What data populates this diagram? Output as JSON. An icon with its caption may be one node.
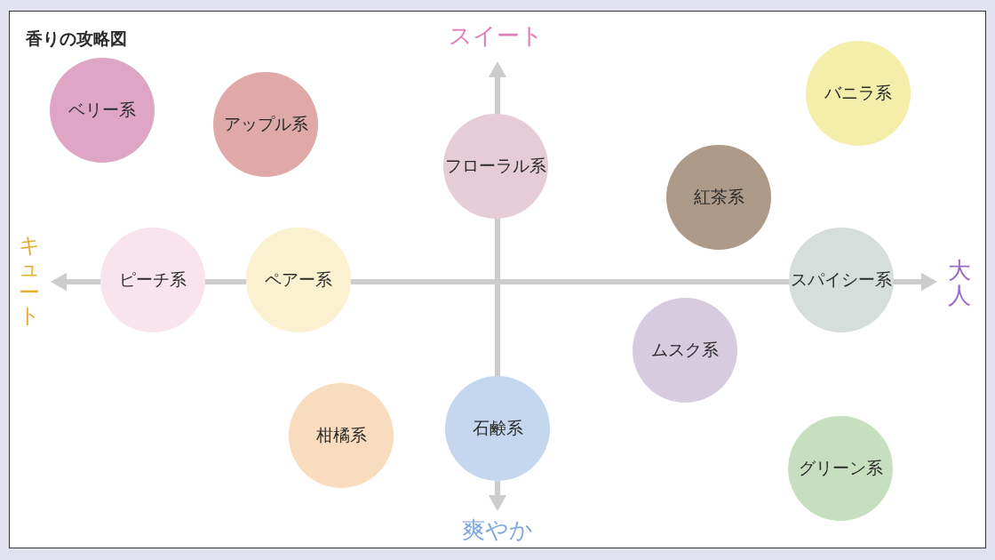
{
  "diagram": {
    "title": "香りの攻略図",
    "nodes": [
      {
        "text": [
          "ベリー系"
        ]
      },
      {
        "text": [
          "アップル系"
        ]
      },
      {
        "text": [
          "フローラル系"
        ]
      },
      {
        "text": [
          "バニラ系"
        ]
      },
      {
        "text": [
          "紅茶系"
        ]
      },
      {
        "text": [
          "ピーチ系"
        ]
      },
      {
        "text": [
          "ペアー系"
        ]
      },
      {
        "text": [
          "スパイシー系"
        ]
      },
      {
        "text": [
          "ムスク系"
        ]
      },
      {
        "text": [
          "柑橘系"
        ]
      },
      {
        "text": [
          "石鹸系"
        ]
      },
      {
        "text": [
          "グリーン系"
        ]
      }
    ],
    "labels": [
      "スイート",
      "キュート",
      "大人",
      "爽やか"
    ]
  }
}
